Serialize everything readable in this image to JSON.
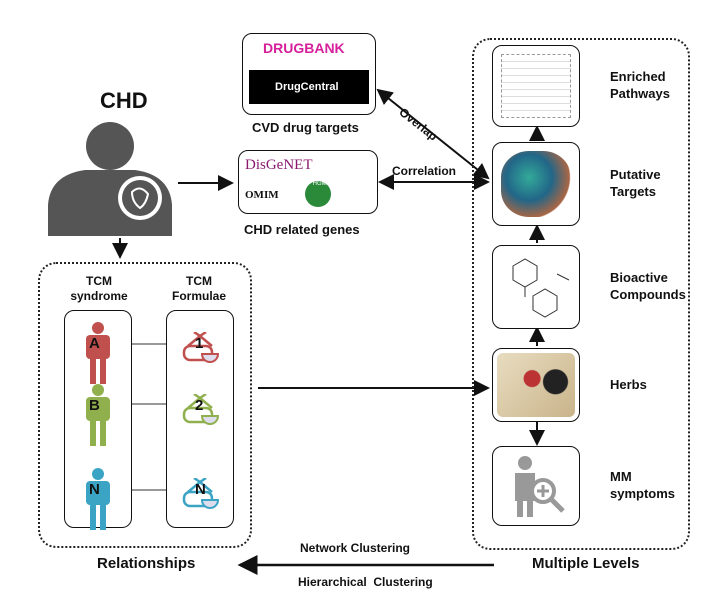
{
  "chd": {
    "title": "CHD"
  },
  "databases": {
    "drug_targets": {
      "logos": [
        "DRUGBANK",
        "DrugCentral"
      ],
      "caption": "CVD drug targets"
    },
    "related_genes": {
      "logos": [
        "DisGeNET",
        "OMIM",
        "HGMD"
      ],
      "caption": "CHD related genes"
    }
  },
  "edges": {
    "overlap": "Overlap",
    "correlation": "Correlation"
  },
  "relationships": {
    "syndrome_header": [
      "TCM",
      "syndrome"
    ],
    "formulae_header": [
      "TCM",
      "Formulae"
    ],
    "syndromes": [
      "A",
      "B",
      "N"
    ],
    "formulae": [
      "1",
      "2",
      "N"
    ],
    "syndrome_colors": [
      "#c0504d",
      "#8fb04d",
      "#3ba3c4"
    ],
    "title": "Relationships"
  },
  "levels": {
    "items": [
      {
        "label": [
          "Enriched",
          "Pathways"
        ]
      },
      {
        "label": [
          "Putative",
          "Targets"
        ]
      },
      {
        "label": [
          "Bioactive",
          "Compounds"
        ]
      },
      {
        "label": [
          "Herbs"
        ]
      },
      {
        "label": [
          "MM",
          "symptoms"
        ]
      }
    ],
    "title": "Multiple Levels"
  },
  "bottom": {
    "top_label": "Network Clustering",
    "bottom_label": "Hierarchical  Clustering"
  }
}
